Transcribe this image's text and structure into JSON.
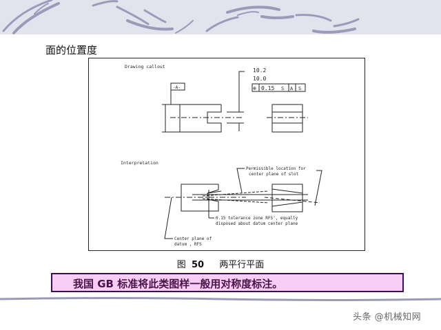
{
  "page": {
    "title": "面的位置度"
  },
  "figure": {
    "section_drawing_callout": "Drawing callout",
    "section_interpretation": "Interpretation",
    "datum_label": "-A-",
    "dimension_upper": "10.2",
    "dimension_lower": "10.0",
    "fcf": {
      "symbol": "⊕",
      "tolerance": "0.15",
      "modifier1": "S",
      "datum": "A",
      "modifier2": "S"
    },
    "note_permissible_line1": "Permissible location for",
    "note_permissible_line2": "center plane of slot",
    "note_tolerance_line1": "0.15 tolerance zone RFS', equally",
    "note_tolerance_line2": "disposed about datum center plane",
    "note_datum_line1": "Center plane of",
    "note_datum_line2": "datum , RFS"
  },
  "caption": {
    "prefix": "图",
    "number": "50",
    "text": "两平行平面"
  },
  "note_box": {
    "text": "我国 GB 标准将此类图样一般用对称度标注。"
  },
  "watermark": {
    "text": "头条 @机械知网"
  },
  "colors": {
    "header_band": "#e3e3ee",
    "note_fill": "#f7ccf5",
    "note_border": "#3b0f4d",
    "note_text": "#4a1347"
  }
}
